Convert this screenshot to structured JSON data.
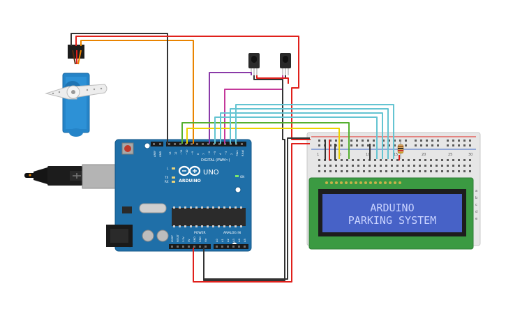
{
  "board": {
    "brand": "ARDUINO",
    "model": "UNO",
    "digital_label": "DIGITAL (PWM~)",
    "analog_label": "ANALOG IN",
    "power_label": "POWER",
    "on_label": "ON",
    "tx_label": "TX",
    "rx_label": "RX",
    "l_label": "L",
    "aref_label": "AREF",
    "gnd_label": "GND",
    "digital_pins": [
      "13",
      "12",
      "~11",
      "~10",
      "~9",
      "8",
      "7",
      "~6",
      "~5",
      "4",
      "~3",
      "2",
      "TX▸1",
      "RX◂0"
    ],
    "power_pins": [
      "IOREF",
      "RESET",
      "3.3V",
      "5V",
      "GND",
      "GND",
      "Vin"
    ],
    "analog_pins": [
      "A0",
      "A1",
      "A2",
      "A3",
      "A4",
      "A5"
    ]
  },
  "lcd": {
    "line1": "ARDUINO",
    "line2": "PARKING SYSTEM"
  },
  "breadboard": {
    "row_letters": [
      "a",
      "b",
      "c",
      "d",
      "e"
    ],
    "column_numbers": [
      "1",
      "5",
      "10",
      "15",
      "20",
      "25",
      "30"
    ]
  },
  "colors": {
    "wire_red": "#e0201b",
    "wire_black": "#333333",
    "wire_orange": "#e98400",
    "wire_purple": "#8a3aa8",
    "wire_magenta": "#c4389a",
    "wire_green": "#55b030",
    "wire_yellow": "#ecd300",
    "wire_cyan": "#64c4d2",
    "board_blue": "#1f6fa8",
    "lcd_screen": "#4762c7",
    "lcd_pcb": "#3b9a42"
  }
}
